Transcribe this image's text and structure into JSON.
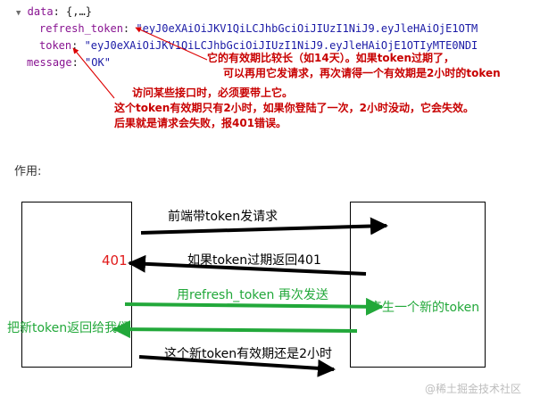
{
  "json_view": {
    "root_key": "data",
    "root_preview": "{,…}",
    "fields": [
      {
        "key": "refresh_token",
        "value": "\"eyJ0eXAiOiJKV1QiLCJhbGciOiJIUzI1NiJ9.eyJleHAiOjE1OTM"
      },
      {
        "key": "token",
        "value": "\"eyJ0eXAiOiJKV1QiLCJhbGciOiJIUzI1NiJ9.eyJleHAiOjE1OTIyMTE0NDI"
      }
    ],
    "message_key": "message",
    "message_value": "\"OK\""
  },
  "annotations": {
    "refresh_token_note": [
      "它的有效期比较长（如14天）。如果token过期了，",
      "可以再用它发请求，再次请得一个有效期是2小时的token"
    ],
    "token_note": [
      "访问某些接口时，必须要带上它。",
      "这个token有效期只有2小时，如果你登陆了一次，2小时没动，它会失效。",
      "后果就是请求会失败，报401错误。"
    ]
  },
  "section_label": "作用:",
  "diagram": {
    "messages": [
      {
        "id": "m1",
        "text": "前端带token发请求",
        "color": "#000000"
      },
      {
        "id": "m2",
        "text": "如果token过期返回401",
        "color": "#000000"
      },
      {
        "id": "m3",
        "text": "用refresh_token 再次发送",
        "color": "#22a83a"
      },
      {
        "id": "m4",
        "text": "这个新token有效期还是2小时",
        "color": "#000000"
      }
    ],
    "left_401": "401",
    "right_new_token": "产生一个新的token",
    "left_new_token_returned": "把新token返回给我们",
    "colors": {
      "black": "#000000",
      "green": "#22a83a",
      "red": "#c80000"
    }
  },
  "watermark": "@稀土掘金技术社区"
}
